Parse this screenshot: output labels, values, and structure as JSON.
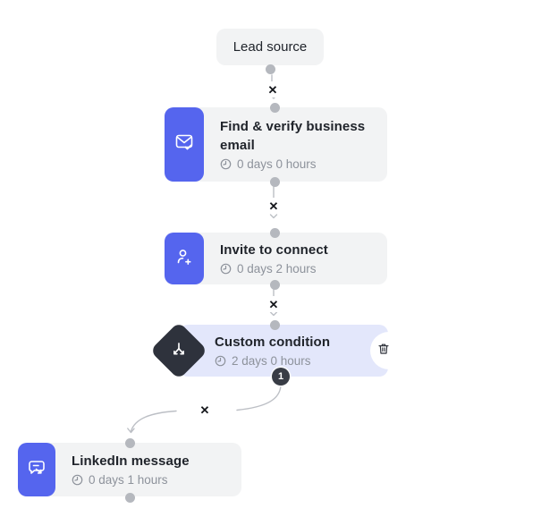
{
  "colors": {
    "accent_blue": "#5565ee",
    "condition_bg": "#e3e7fb",
    "dark_shape": "#2e323c",
    "node_bg": "#f2f3f4",
    "title_text": "#20242b",
    "muted_text": "#8d929b",
    "connector": "#bcbfc5"
  },
  "flow": {
    "delete_connector_glyph": "✕",
    "nodes": [
      {
        "title": "Lead source"
      },
      {
        "title": "Find & verify business email",
        "duration": "0 days 0 hours",
        "icon": "envelope-check-icon"
      },
      {
        "title": "Invite to connect",
        "duration": "0 days 2 hours",
        "icon": "person-add-icon"
      },
      {
        "title": "Custom condition",
        "duration": "2 days 0 hours",
        "icon": "branch-split-icon",
        "badge": "1"
      },
      {
        "title": "LinkedIn message",
        "duration": "0 days 1 hours",
        "icon": "chat-arrow-icon"
      }
    ]
  }
}
